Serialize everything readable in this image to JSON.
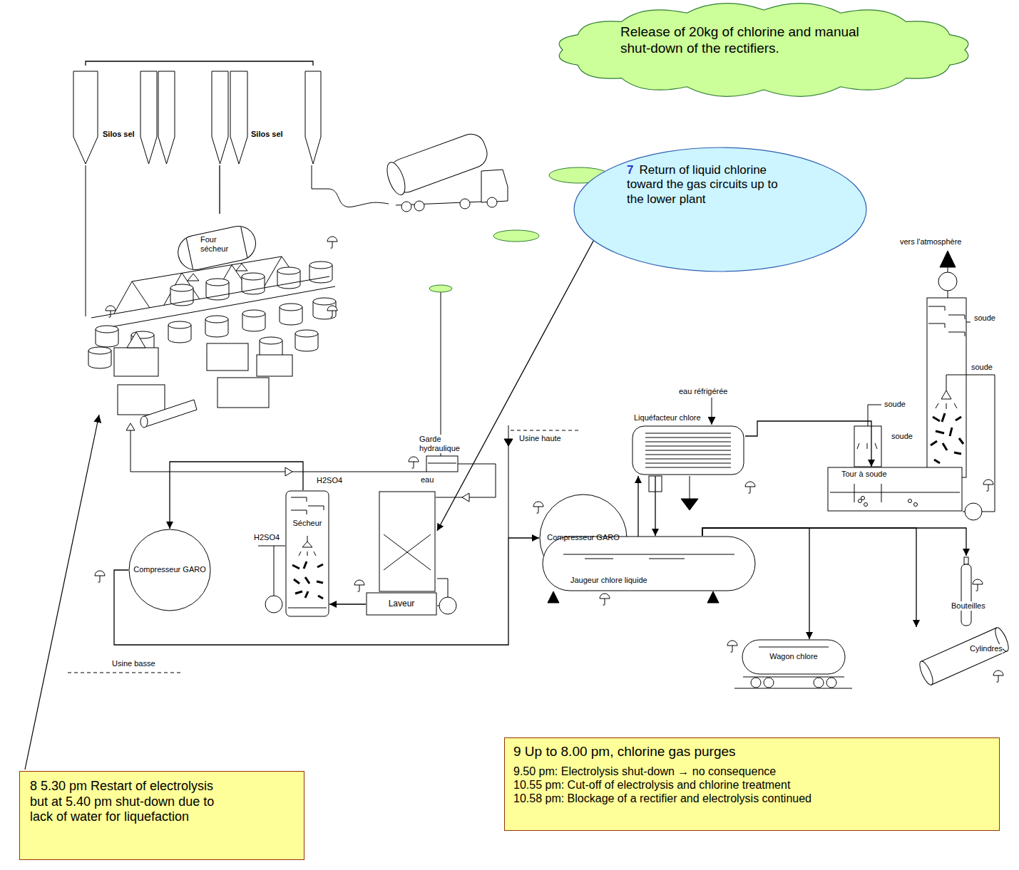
{
  "diagram": {
    "nodes": [
      {
        "text": [
          "Silos sel"
        ]
      },
      {
        "text": [
          "Silos sel"
        ]
      },
      {
        "text": [
          "Release of 20kg of chlorine and manual shut-down of the rectifiers."
        ]
      },
      {
        "text": [
          "Four sécheur"
        ]
      },
      {
        "text": [
          "7",
          "Return of liquid chlorine toward the gas circuits up to the lower plant"
        ]
      },
      {
        "text": [
          "Liquéfacteur chlore"
        ]
      },
      {
        "text": [
          "Compresseur GARO"
        ]
      },
      {
        "text": [
          "Sécheur"
        ]
      },
      {
        "text": [
          "Laveur"
        ]
      },
      {
        "text": [
          "Tour à soude"
        ]
      },
      {
        "text": [
          "Jaugeur chlore liquide"
        ]
      },
      {
        "text": [
          "Compresseur GARO"
        ]
      },
      {
        "text": [
          "Bouteilles"
        ]
      },
      {
        "text": [
          "Wagon chlore"
        ]
      },
      {
        "text": [
          "Cylindres"
        ]
      },
      {
        "text": [
          "8 5.30 pm Restart of electrolysis but at 5.40 pm shut-down due to lack of water for liquefaction"
        ]
      },
      {
        "text": [
          "9 Up to 8.00 pm, chlorine gas purges",
          "9.50 pm: Electrolysis shut-down → no consequence",
          "10.55 pm: Cut-off of electrolysis and chlorine treatment",
          "10.58 pm: Blockage of a rectifier and electrolysis continued"
        ]
      }
    ],
    "edges": [
      {
        "from": 0,
        "to": 1,
        "arrow": "none"
      },
      {
        "from": 1,
        "to": 3,
        "arrow": "none"
      },
      {
        "from": 4,
        "to": 8,
        "arrow": "to"
      },
      {
        "from": 8,
        "to": 7,
        "arrow": "to"
      },
      {
        "from": 7,
        "to": 11,
        "arrow": "to"
      },
      {
        "from": 11,
        "to": 6,
        "arrow": "to"
      },
      {
        "from": 6,
        "to": 5,
        "arrow": "to"
      },
      {
        "from": 5,
        "to": 10,
        "arrow": "to"
      },
      {
        "from": 5,
        "to": 9,
        "arrow": "to"
      },
      {
        "from": 10,
        "to": 13,
        "arrow": "to"
      },
      {
        "from": 10,
        "to": 12,
        "arrow": "to"
      },
      {
        "from": 10,
        "to": 14,
        "arrow": "to"
      }
    ],
    "labels": [
      "Garde hydraulique",
      "H2SO4",
      "eau",
      "Usine haute",
      "H2SO4",
      "eau réfrigérée",
      "vers l'atmosphère",
      "soude",
      "soude",
      "soude",
      "soude",
      "Usine basse"
    ]
  }
}
